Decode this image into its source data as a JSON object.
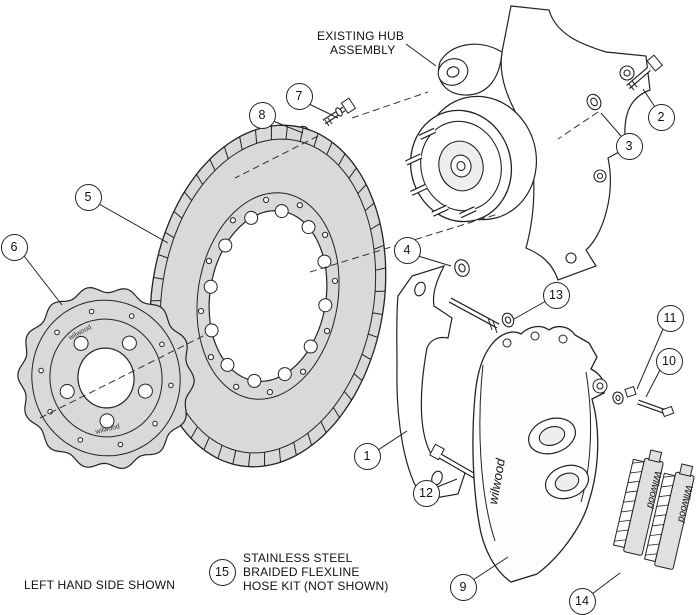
{
  "labels": {
    "hub_line1": "EXISTING HUB",
    "hub_line2": "ASSEMBLY",
    "hose_line1": "STAINLESS STEEL",
    "hose_line2": "BRAIDED FLEXLINE",
    "hose_line3": "HOSE KIT (NOT SHOWN)",
    "footer": "LEFT HAND SIDE SHOWN"
  },
  "brand": {
    "name": "wilwood",
    "name_title": "Wilwood"
  },
  "callouts": {
    "c1": "1",
    "c2": "2",
    "c3": "3",
    "c4": "4",
    "c5": "5",
    "c6": "6",
    "c7": "7",
    "c8": "8",
    "c9": "9",
    "c10": "10",
    "c11": "11",
    "c12": "12",
    "c13": "13",
    "c14": "14",
    "c15": "15"
  },
  "colors": {
    "line": "#222222",
    "part_fill": "#d9d9d9",
    "background": "#ffffff"
  }
}
